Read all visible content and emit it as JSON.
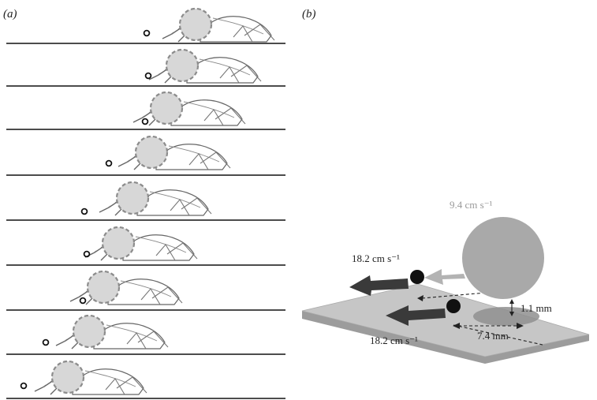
{
  "panel_a": {
    "label": "(a)",
    "frame_count": 9
  },
  "panel_b": {
    "label": "(b)",
    "ball_speed_label": "9.4 cm s⁻¹",
    "upper_speed_label": "18.2 cm s⁻¹",
    "lower_speed_label": "18.2 cm s⁻¹",
    "height_label": "1.1 mm",
    "distance_label": "7.4 mm"
  },
  "colors": {
    "ball": "#a9a9a9",
    "ball_outline_dashed": "#8c8c8c",
    "ground_line": "#111111",
    "platform_top": "#c6c6c6",
    "platform_side": "#9c9c9c",
    "arrow_dark": "#3a3a3a",
    "arrow_light": "#b3b3b3"
  }
}
